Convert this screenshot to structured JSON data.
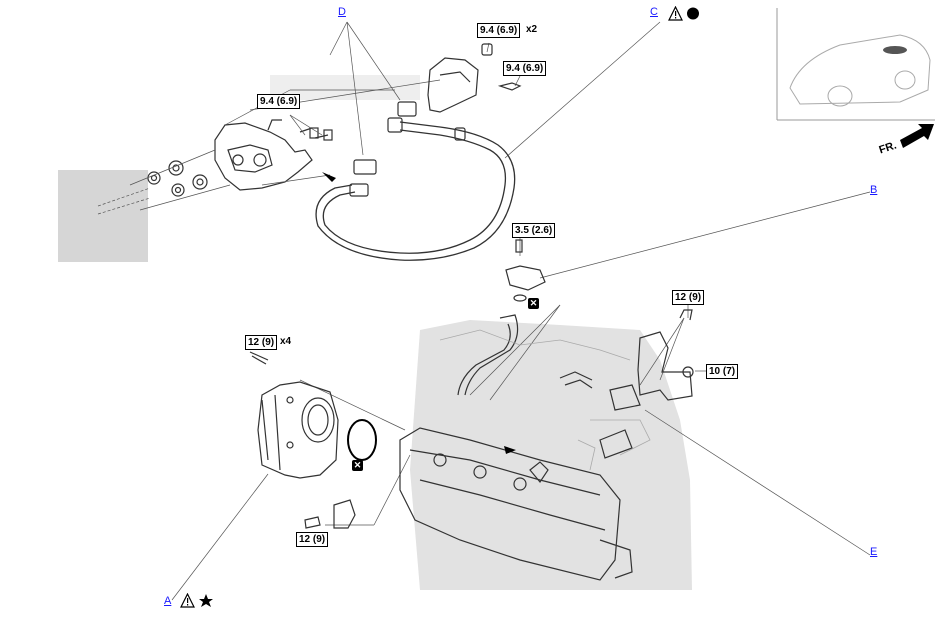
{
  "callouts": {
    "a": "A",
    "b": "B",
    "c": "C",
    "d": "D",
    "e": "E"
  },
  "torques": {
    "t1": "9.4 (6.9)",
    "t2": "9.4 (6.9)",
    "t3": "9.4 (6.9)",
    "t4": "3.5 (2.6)",
    "t5": "12 (9)",
    "t6": "12 (9)",
    "t7": "10 (7)",
    "t8": "12 (9)"
  },
  "multipliers": {
    "x2": "x2",
    "x4": "x4"
  },
  "direction": {
    "front": "FR."
  },
  "symbols": {
    "warning_icon": "caution-triangle-icon",
    "dot_icon": "filled-circle-icon",
    "star_icon": "star-icon",
    "non_reusable_icon": "x-box-icon"
  }
}
